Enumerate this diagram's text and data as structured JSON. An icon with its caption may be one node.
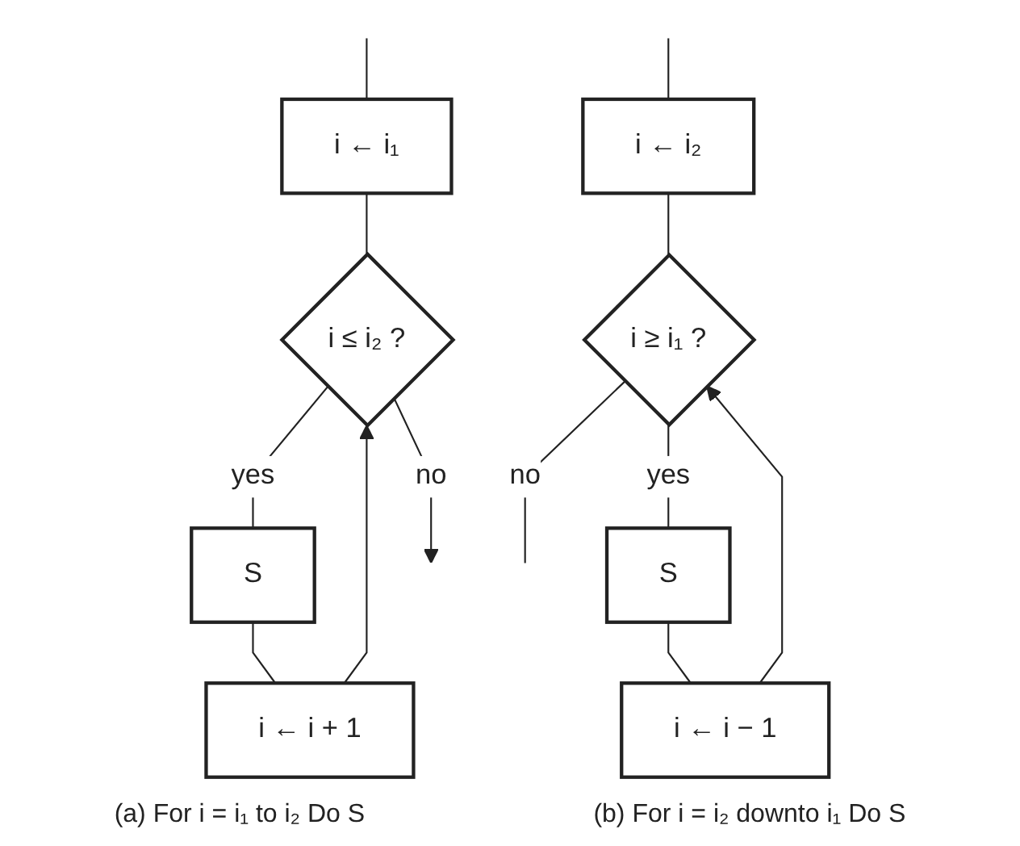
{
  "diagram": {
    "nodes": [
      {
        "text": [
          "i ← i₁"
        ]
      },
      {
        "text": [
          "i ≤ i₂ ?"
        ]
      },
      {
        "text": [
          "S"
        ]
      },
      {
        "text": [
          "i ← i + 1"
        ]
      },
      {
        "text": [
          "i ← i₂"
        ]
      },
      {
        "text": [
          "i ≥ i₁ ?"
        ]
      },
      {
        "text": [
          "S"
        ]
      },
      {
        "text": [
          "i ← i − 1"
        ]
      }
    ],
    "edges": [
      {
        "from": null,
        "to": 0,
        "arrow": "none"
      },
      {
        "from": 0,
        "to": 1,
        "arrow": "none"
      },
      {
        "from": 1,
        "to": 2,
        "label": "yes",
        "arrow": "none"
      },
      {
        "from": 2,
        "to": 3,
        "arrow": "none"
      },
      {
        "from": 3,
        "to": 1,
        "arrow": "to"
      },
      {
        "from": 1,
        "to": null,
        "label": "no",
        "arrow": "to"
      },
      {
        "from": null,
        "to": 4,
        "arrow": "none"
      },
      {
        "from": 4,
        "to": 5,
        "arrow": "none"
      },
      {
        "from": 5,
        "to": 6,
        "label": "yes",
        "arrow": "none"
      },
      {
        "from": 6,
        "to": 7,
        "arrow": "none"
      },
      {
        "from": 7,
        "to": 5,
        "arrow": "to"
      },
      {
        "from": 5,
        "to": null,
        "label": "no",
        "arrow": "none"
      }
    ],
    "labels": [
      "(a) For i = i₁ to i₂ Do S",
      "(b) For i = i₂ downto i₁ Do S"
    ]
  }
}
